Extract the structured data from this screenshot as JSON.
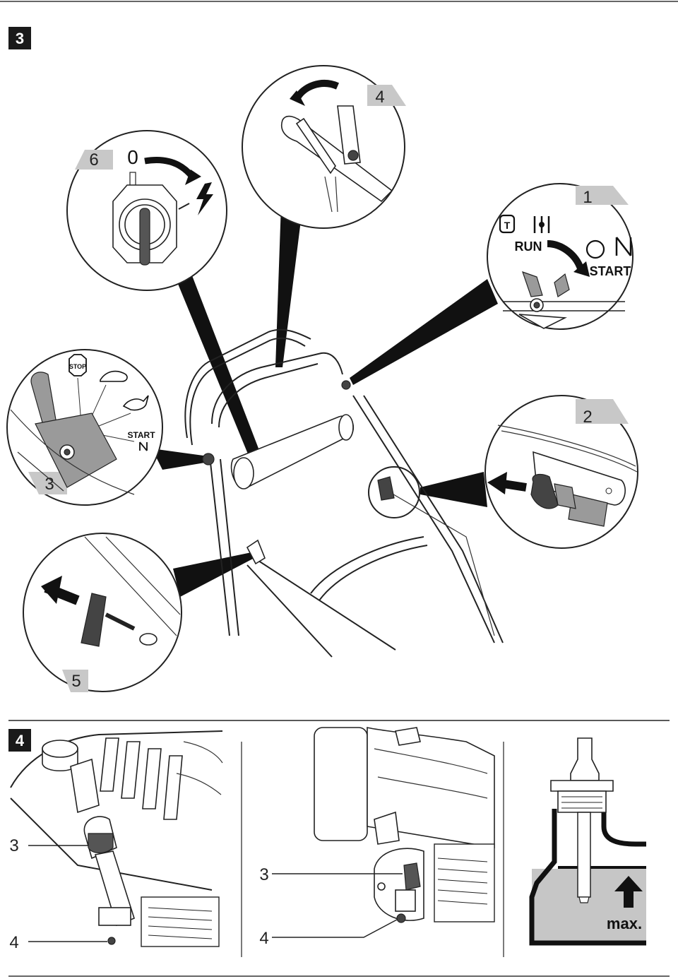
{
  "figure3": {
    "badge": "3",
    "callouts": {
      "c1": {
        "tab": "1",
        "run": "RUN",
        "start": "START"
      },
      "c2": {
        "tab": "2"
      },
      "c3": {
        "tab": "3",
        "stop": "STOP",
        "start": "START"
      },
      "c4": {
        "tab": "4"
      },
      "c5": {
        "tab": "5"
      },
      "c6": {
        "tab": "6",
        "zero": "0"
      }
    }
  },
  "figure4": {
    "badge": "4",
    "left": {
      "label3": "3",
      "label4": "4"
    },
    "middle": {
      "label3": "3",
      "label4": "4"
    },
    "right": {
      "max": "max."
    }
  }
}
